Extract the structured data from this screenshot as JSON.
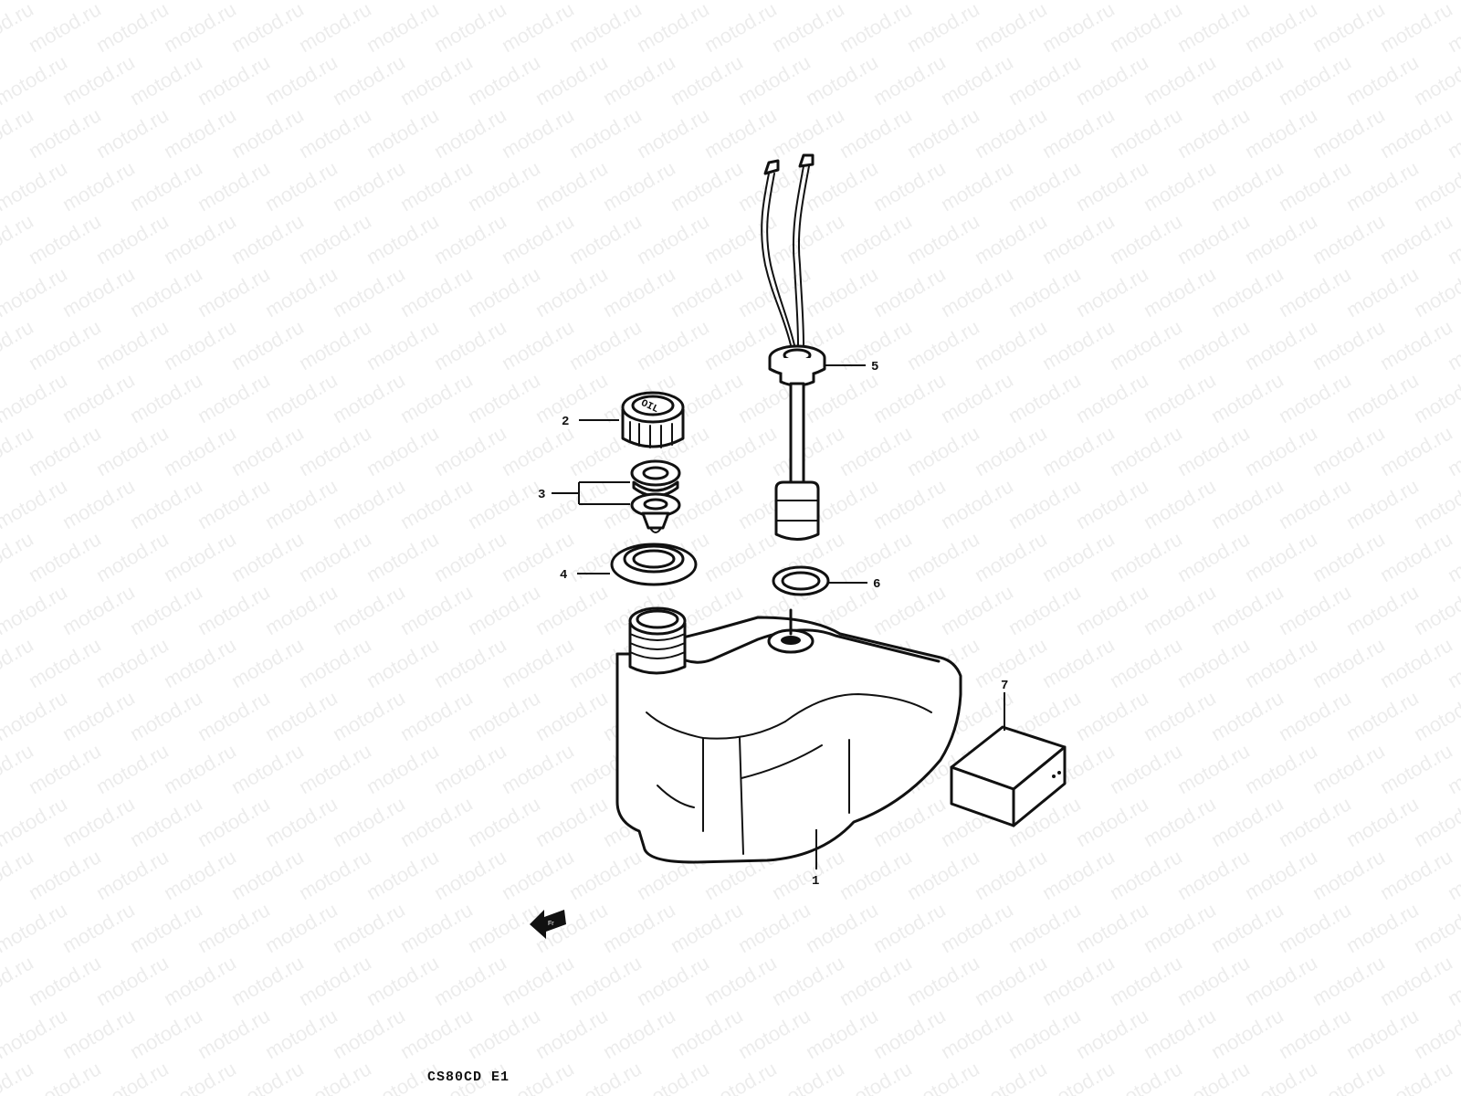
{
  "watermark": {
    "text": "motod.ru"
  },
  "callouts": [
    {
      "id": "1",
      "label": "1"
    },
    {
      "id": "2",
      "label": "2"
    },
    {
      "id": "3",
      "label": "3"
    },
    {
      "id": "4",
      "label": "4"
    },
    {
      "id": "5",
      "label": "5"
    },
    {
      "id": "6",
      "label": "6"
    },
    {
      "id": "7",
      "label": "7"
    }
  ],
  "cap_text": "OIL",
  "model_code": "CS80CD E1"
}
